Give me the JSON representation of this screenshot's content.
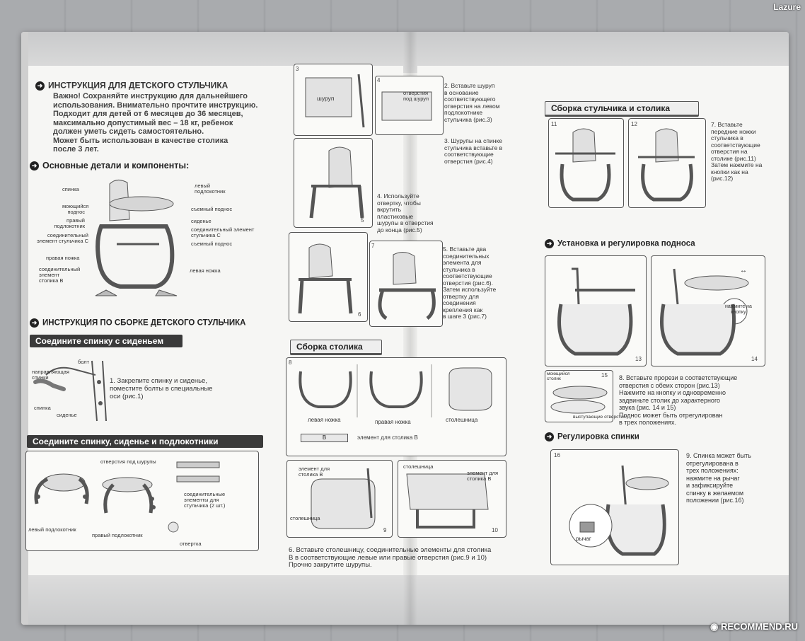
{
  "watermark_top": "Lazure",
  "watermark_bottom": "RECOMMEND.RU",
  "left": {
    "title": "ИНСТРУКЦИЯ ДЛЯ ДЕТСКОГО СТУЛЬЧИКА",
    "intro": [
      "Важно! Сохраняйте инструкцию для дальнейшего",
      "использования. Внимательно прочтите инструкцию.",
      "Подходит для детей от 6 месяцев до 36 месяцев,",
      "максимально допустимый вес – 18 кг, ребенок",
      "должен уметь сидеть самостоятельно.",
      "Может быть использован в качестве столика",
      "после 3 лет."
    ],
    "parts_title": "Основные детали и компоненты:",
    "parts_left": [
      "спинка",
      "моющийся поднос",
      "правый подлокотник",
      "соединительный элемент стульчика С",
      "правая ножка",
      "соединительный элемент столика В"
    ],
    "parts_right": [
      "левый подлокотник",
      "съемный поднос",
      "сиденье",
      "соединительный элемент стульчика С",
      "съемный поднос",
      "левая ножка"
    ],
    "assembly_title": "ИНСТРУКЦИЯ ПО СБОРКЕ ДЕТСКОГО СТУЛЬЧИКА",
    "bar1": "Соедините спинку с сиденьем",
    "bar1_labels": [
      "болт",
      "направляющая спинки",
      "спинка",
      "сиденье"
    ],
    "step1": [
      "1. Закрепите спинку и сиденье,",
      "поместите болты в специальные",
      "оси (рис.1)"
    ],
    "bar2": "Соедините спинку, сиденье и подлокотники",
    "bar2_labels": [
      "отверстия под шурупы",
      "левый подлокотник",
      "правый подлокотник",
      "соединительные элементы для стульчика (2 шт.)",
      "отвертка"
    ]
  },
  "middle": {
    "fig3_label": "шуруп",
    "fig4_label": "отверстия под шуруп",
    "step2": [
      "2. Вставьте шуруп",
      "в основание",
      "соответствующего",
      "отверстия на левом",
      "подлокотнике",
      "стульчика (рис.3)"
    ],
    "step3": [
      "3. Шурупы на спинке",
      "стульчика вставьте в",
      "соответствующие",
      "отверстия (рис.4)"
    ],
    "step4": [
      "4. Используйте",
      "отвертку, чтобы",
      "вкрутить",
      "пластиковые",
      "шурупы в отверстия",
      "до конца (рис.5)"
    ],
    "step5": [
      "5. Вставьте два",
      "соединительных",
      "элемента для",
      "стульчика в",
      "соответствующие",
      "отверстия (рис.6).",
      "Затем используйте",
      "отвертку для",
      "соединения",
      "крепления как",
      "в шаге 3 (рис.7)"
    ],
    "table_title": "Сборка столика",
    "table_labels": [
      "левая ножка",
      "правая ножка",
      "столешница",
      "элемент для столика В",
      "В"
    ],
    "fig9_labels": [
      "элемент для столика В",
      "столешница"
    ],
    "fig10_labels": [
      "столешница",
      "элемент для столика В"
    ],
    "step6": [
      "6. Вставьте столешницу, соединительные элементы для столика",
      "В в соответствующие левые или правые отверстия (рис.9 и 10)",
      "Прочно закрутите шурупы."
    ],
    "fig_numbers": [
      "3",
      "4",
      "5",
      "6",
      "7",
      "8",
      "9",
      "10"
    ]
  },
  "right": {
    "chair_table_title": "Сборка стульчика и столика",
    "step7": [
      "7. Вставьте",
      "передние ножки",
      "стульчика в",
      "соответствующие",
      "отверстия на",
      "столике (рис.11)",
      "Затем нажмите на",
      "кнопки как на",
      "(рис.12)"
    ],
    "tray_title": "Установка и регулировка подноса",
    "fig14_label": "нажмите на кнопку",
    "fig15_labels": [
      "моющийся столик",
      "выступающие отверстия"
    ],
    "step8": [
      "8. Вставьте прорези в соответствующие",
      "отверстия с обеих сторон (рис.13)",
      "Нажмите на кнопку и одновременно",
      "задвиньте столик до характерного",
      "звука (рис. 14 и 15)",
      "Поднос может быть отрегулирован",
      "в трех положениях."
    ],
    "back_title": "Регулировка спинки",
    "fig16_label": "рычаг",
    "step9": [
      "9. Спинка может быть",
      "отрегулирована в",
      "трех положениях:",
      "нажмите на рычаг",
      "и зафиксируйте",
      "спинку в желаемом",
      "положении (рис.16)"
    ],
    "fig_numbers": [
      "11",
      "12",
      "13",
      "14",
      "15",
      "16"
    ]
  }
}
